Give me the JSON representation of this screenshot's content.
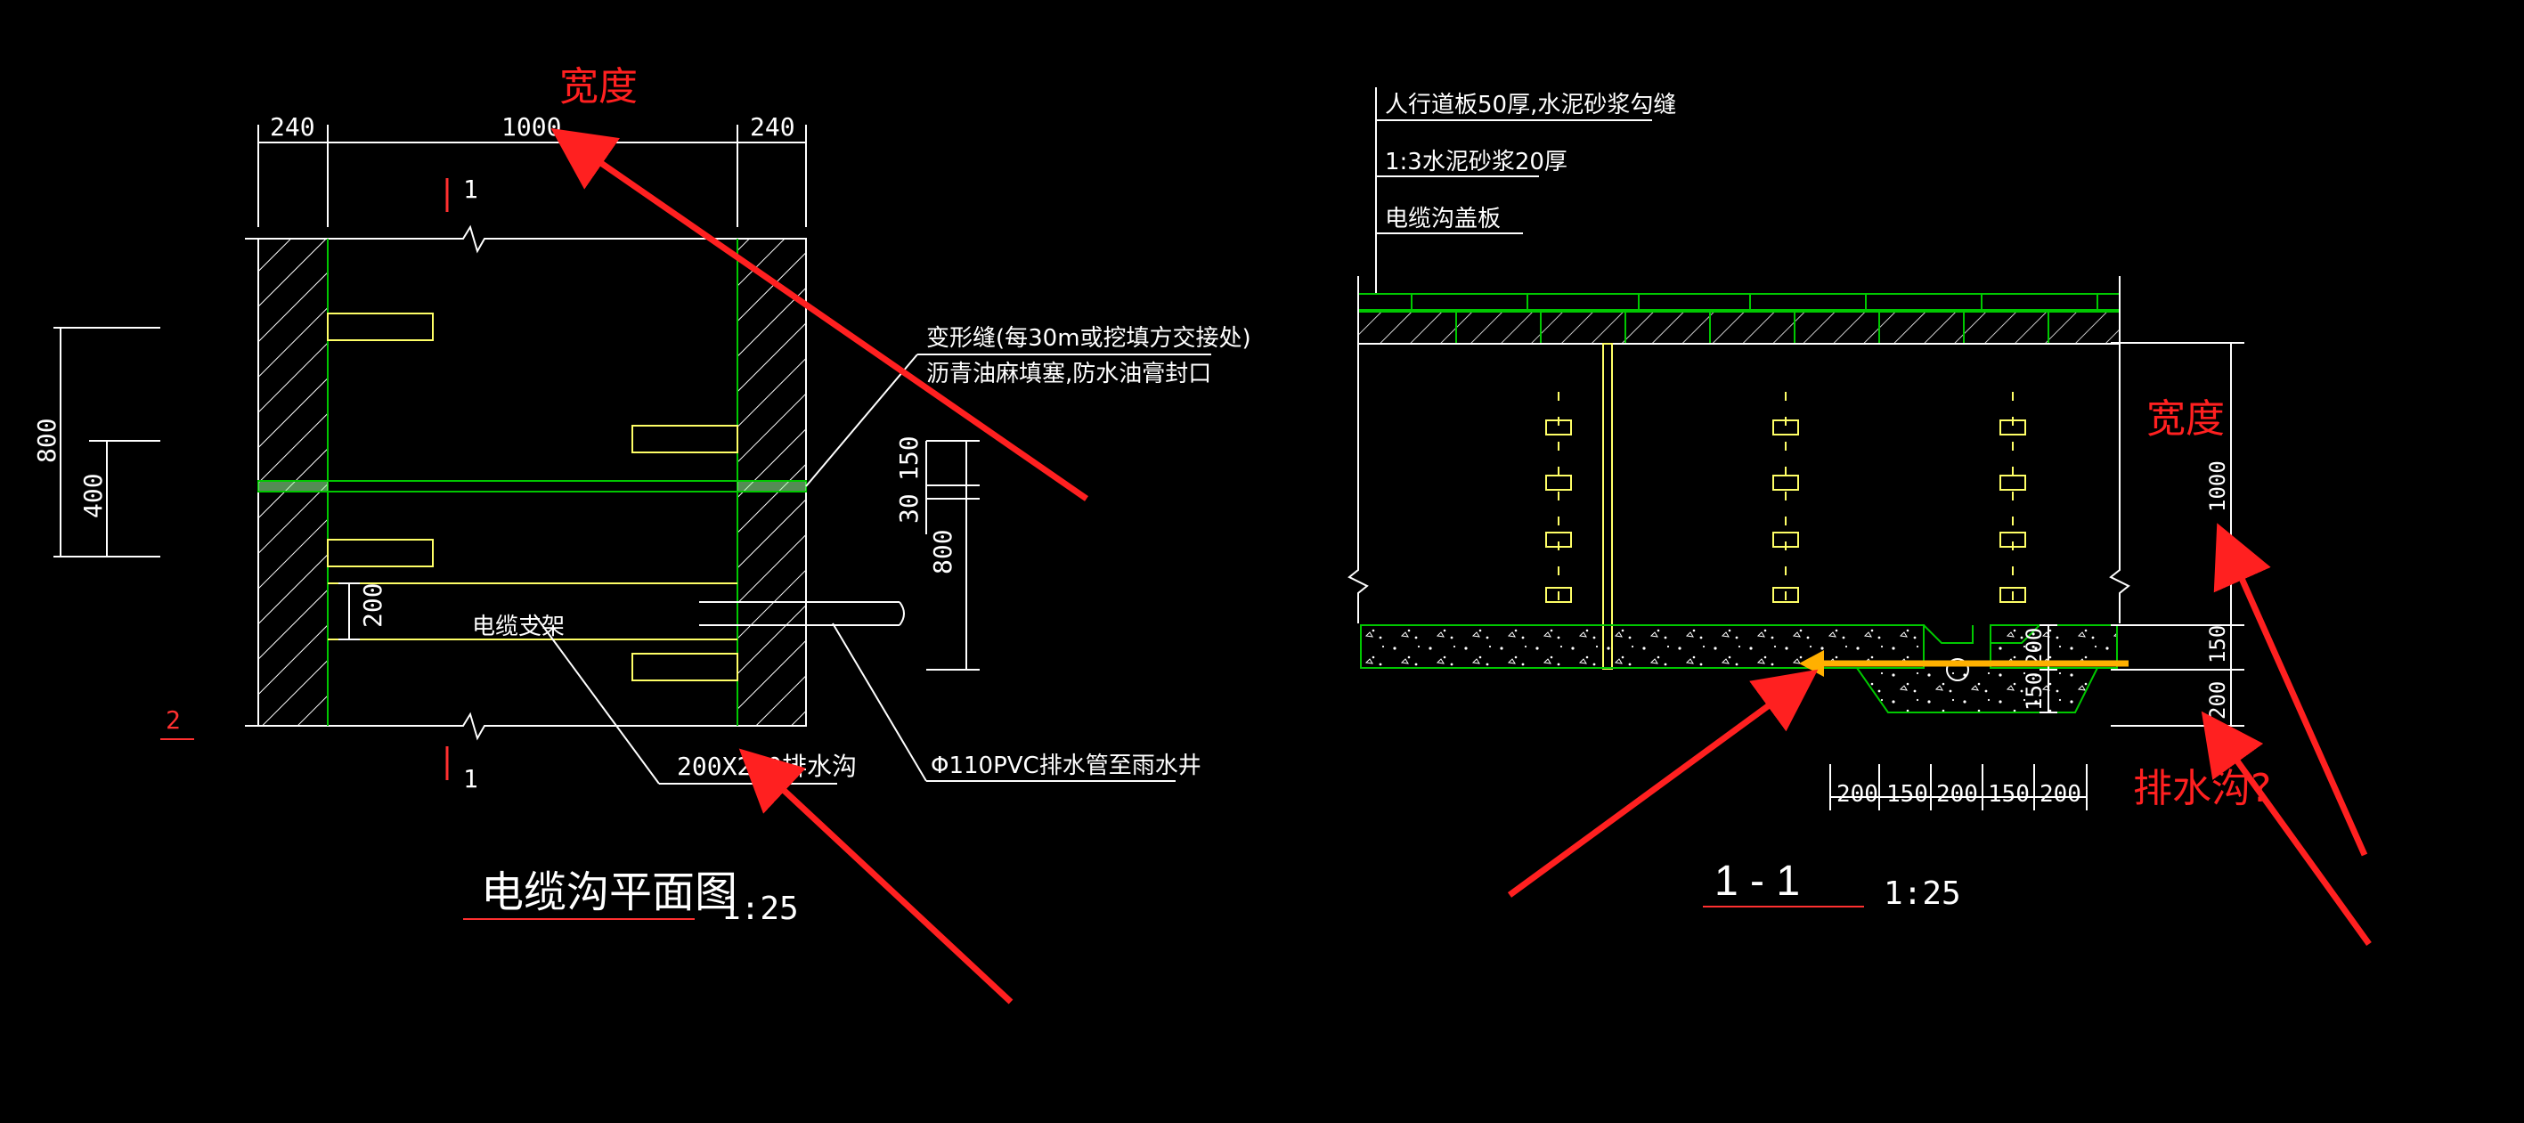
{
  "colors": {
    "background": "#000000",
    "line_white": "#ffffff",
    "line_green": "#00c800",
    "bracket_yellow": "#ffff66",
    "annotation_red": "#ff2020",
    "arrow_orange": "#ffb000",
    "dim_red": "#ff3030"
  },
  "plan": {
    "top_dims": [
      "240",
      "1000",
      "240"
    ],
    "section_mark_top": "1",
    "section_mark_bottom": "1",
    "left_dim_outer": "800",
    "left_dim_inner": "400",
    "right_dim_top_a": "150",
    "right_dim_top_b": "30",
    "right_dim_main": "800",
    "inner_dim": "200",
    "expansion_joint_note_1": "变形缝(每30m或挖填方交接处)",
    "expansion_joint_note_2": "沥青油麻填塞,防水油膏封口",
    "bracket_label": "电缆支架",
    "drain_label": "200X200排水沟",
    "pvc_label": "Φ110PVC排水管至雨水井",
    "mark_2": "2",
    "title": "电缆沟平面图",
    "scale": "1:25",
    "annotation_width": "宽度"
  },
  "section": {
    "note_1": "人行道板50厚,水泥砂浆勾缝",
    "note_2": "1:3水泥砂浆20厚",
    "note_3": "电缆沟盖板",
    "right_dim_main": "1000",
    "right_dim_mid": "150",
    "right_dim_low": "200",
    "inner_dim_a": "200",
    "inner_dim_b": "150",
    "bottom_dims": [
      "200",
      "150",
      "200",
      "150",
      "200"
    ],
    "title": "1 - 1",
    "scale": "1:25",
    "annotation_width": "宽度",
    "annotation_drain": "排水沟?"
  }
}
